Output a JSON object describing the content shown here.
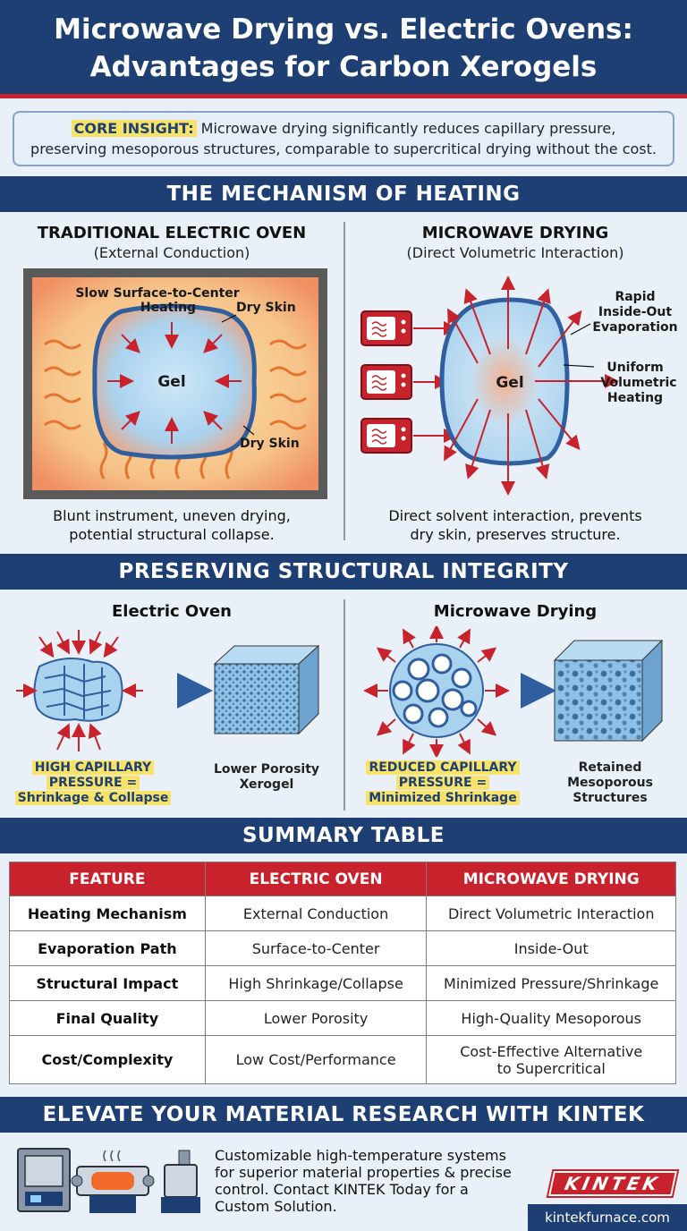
{
  "header": {
    "title_line1": "Microwave Drying vs. Electric Ovens:",
    "title_line2": "Advantages for Carbon Xerogels"
  },
  "insight": {
    "label": "CORE INSIGHT:",
    "text_line1": " Microwave drying significantly reduces capillary pressure,",
    "text_line2": "preserving mesoporous structures, comparable to supercritical drying without the cost."
  },
  "mechanism": {
    "heading": "THE MECHANISM OF HEATING",
    "oven": {
      "title": "TRADITIONAL ELECTRIC OVEN",
      "subtitle": "(External Conduction)",
      "label_slow_1": "Slow Surface-to-Center",
      "label_slow_2": "Heating",
      "label_dry_skin_top": "Dry Skin",
      "label_gel": "Gel",
      "label_dry_skin_bottom": "Dry Skin",
      "caption_1": "Blunt instrument, uneven drying,",
      "caption_2": "potential structural collapse."
    },
    "microwave": {
      "title": "MICROWAVE DRYING",
      "subtitle": "(Direct Volumetric Interaction)",
      "label_gel": "Gel",
      "label_rapid_1": "Rapid",
      "label_rapid_2": "Inside-Out",
      "label_rapid_3": "Evaporation",
      "label_uniform_1": "Uniform",
      "label_uniform_2": "Volumetric",
      "label_uniform_3": "Heating",
      "caption_1": "Direct solvent interaction, prevents",
      "caption_2": "dry skin, preserves structure."
    }
  },
  "integrity": {
    "heading": "PRESERVING STRUCTURAL INTEGRITY",
    "oven": {
      "title": "Electric Oven",
      "pressure_1": "HIGH CAPILLARY",
      "pressure_2": "PRESSURE =",
      "pressure_3": "Shrinkage & Collapse",
      "result_1": "Lower Porosity",
      "result_2": "Xerogel"
    },
    "microwave": {
      "title": "Microwave Drying",
      "pressure_1": "REDUCED CAPILLARY",
      "pressure_2": "PRESSURE =",
      "pressure_3": "Minimized Shrinkage",
      "result_1": "Retained",
      "result_2": "Mesoporous",
      "result_3": "Structures"
    }
  },
  "summary": {
    "heading": "SUMMARY TABLE",
    "columns": [
      "FEATURE",
      "ELECTRIC OVEN",
      "MICROWAVE DRYING"
    ],
    "rows": [
      [
        "Heating Mechanism",
        "External Conduction",
        "Direct Volumetric Interaction"
      ],
      [
        "Evaporation Path",
        "Surface-to-Center",
        "Inside-Out"
      ],
      [
        "Structural Impact",
        "High Shrinkage/Collapse",
        "Minimized Pressure/Shrinkage"
      ],
      [
        "Final Quality",
        "Lower Porosity",
        "High-Quality Mesoporous"
      ],
      [
        "Cost/Complexity",
        "Low Cost/Performance",
        "Cost-Effective Alternative to Supercritical"
      ]
    ],
    "last_cell_line1": "Cost-Effective Alternative",
    "last_cell_line2": "to Supercritical"
  },
  "footer": {
    "heading": "ELEVATE YOUR MATERIAL RESEARCH WITH KINTEK",
    "text": "Customizable high-temperature systems for superior material properties & precise control. Contact KINTEK Today for a Custom Solution.",
    "brand": "KINTEK",
    "url": "kintekfurnace.com"
  },
  "colors": {
    "navy": "#1d3f73",
    "red": "#c8232c",
    "highlight": "#f7e36a",
    "gel_blue": "#a9d2ee"
  }
}
